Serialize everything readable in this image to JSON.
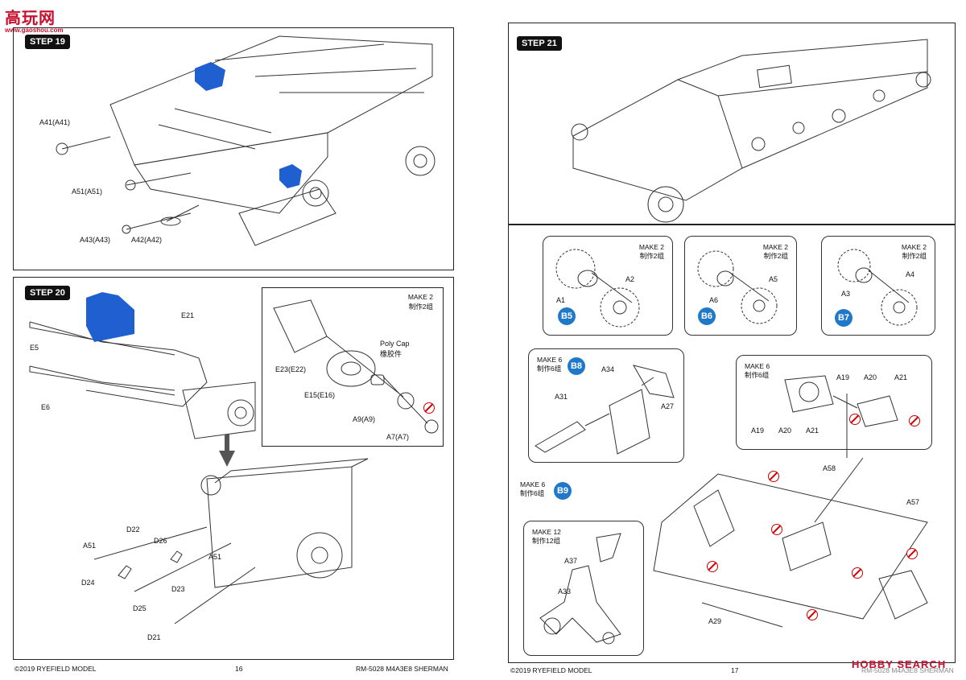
{
  "watermark": {
    "logo_text": "高玩网",
    "url_text": "www.gaoshou.com"
  },
  "page16": {
    "step19": {
      "title": "STEP 19",
      "labels": [
        "A41(A41)",
        "A51(A51)",
        "A43(A43)",
        "A42(A42)"
      ]
    },
    "step20": {
      "title": "STEP 20",
      "labels": [
        "E21",
        "E5",
        "E6",
        "D22",
        "A51",
        "D26",
        "A51",
        "D24",
        "D23",
        "D25",
        "D21"
      ],
      "inset": {
        "make_en": "MAKE 2",
        "make_cn": "制作2组",
        "labels": [
          "E23(E22)",
          "E15(E16)",
          "Poly Cap",
          "橡胶件",
          "A9(A9)",
          "A7(A7)"
        ]
      }
    },
    "footer": {
      "copyright": "©2019 RYEFIELD MODEL",
      "page_number": "16",
      "product": "RM-5028 M4A3E8 SHERMAN"
    }
  },
  "page17": {
    "step21": {
      "title": "STEP 21"
    },
    "sub_b5": {
      "make_en": "MAKE 2",
      "make_cn": "制作2组",
      "badge": "B5",
      "labels": [
        "A2",
        "A1"
      ]
    },
    "sub_b6": {
      "make_en": "MAKE 2",
      "make_cn": "制作2组",
      "badge": "B6",
      "labels": [
        "A5",
        "A6"
      ]
    },
    "sub_b7": {
      "make_en": "MAKE 2",
      "make_cn": "制作2组",
      "badge": "B7",
      "labels": [
        "A4",
        "A3"
      ]
    },
    "sub_b8": {
      "make_en": "MAKE 6",
      "make_cn": "制作6组",
      "badge": "B8",
      "labels": [
        "A34",
        "A31",
        "A27"
      ]
    },
    "sub_a19": {
      "make_en": "MAKE 6",
      "make_cn": "制作6组",
      "labels": [
        "A19",
        "A20",
        "A21",
        "A19",
        "A20",
        "A21"
      ]
    },
    "sub_b9": {
      "make_en": "MAKE 6",
      "make_cn": "制作6组",
      "badge": "B9",
      "labels": [
        "A58",
        "A57",
        "A29"
      ],
      "inner": {
        "make_en": "MAKE 12",
        "make_cn": "制作12组",
        "labels": [
          "A37",
          "A33"
        ]
      }
    },
    "footer": {
      "copyright": "©2019 RYEFIELD MODEL",
      "page_number": "17",
      "product": "RM-5028 M4A3E8 SHERMAN"
    }
  },
  "source_watermark": {
    "text": "HOBBY SEARCH"
  }
}
